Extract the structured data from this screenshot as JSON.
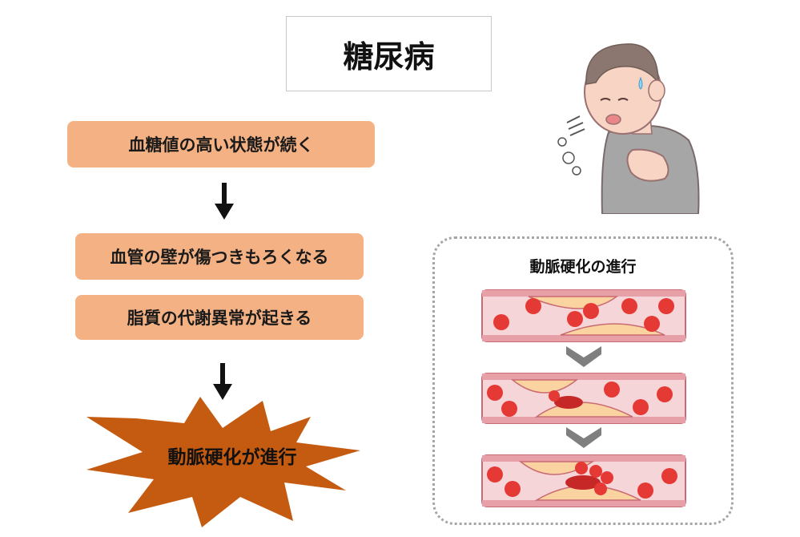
{
  "title": "糖尿病",
  "steps": [
    {
      "label": "血糖値の高い状態が続く"
    },
    {
      "label": "血管の壁が傷つきもろくなる"
    },
    {
      "label": "脂質の代謝異常が起きる"
    }
  ],
  "result": {
    "label": "動脈硬化が進行",
    "color": "#c55a11"
  },
  "panel": {
    "title": "動脈硬化の進行"
  },
  "colors": {
    "step_fill": "#f4b183",
    "vessel_wall": "#e8a0a8",
    "vessel_inner": "#f6d5d8",
    "blood_cell": "#e53935",
    "plaque": "#fbd3a1",
    "chevron": "#7f7f7f"
  },
  "icons": {
    "person": "elderly-man-chest-pain-illustration",
    "arrow": "down-arrow-icon",
    "chevron": "chevron-down-icon"
  }
}
